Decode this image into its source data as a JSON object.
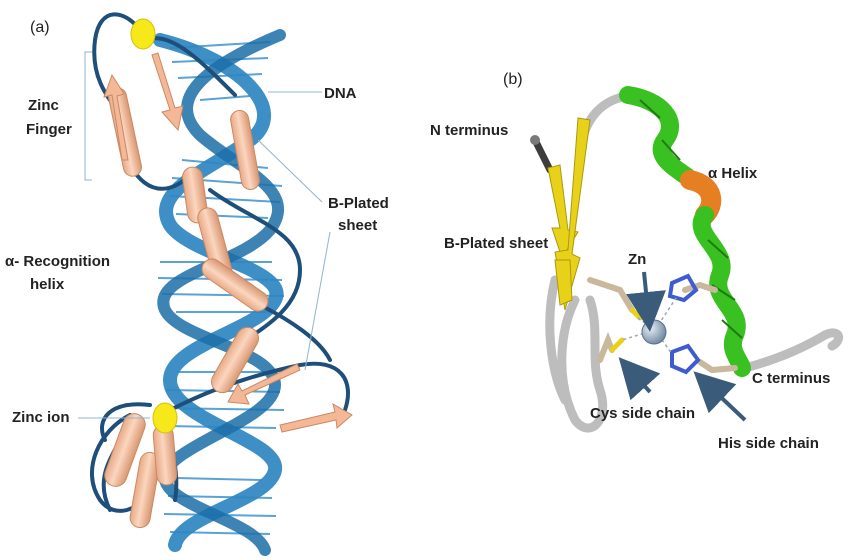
{
  "panel_a": {
    "tag": "(a)",
    "labels": {
      "zinc_finger_1": "Zinc",
      "zinc_finger_2": "Finger",
      "dna": "DNA",
      "b_plated_1": "B-Plated",
      "b_plated_2": "sheet",
      "recognition_1": "α- Recognition",
      "recognition_2": "helix",
      "zinc_ion": "Zinc ion"
    }
  },
  "panel_b": {
    "tag": "(b)",
    "labels": {
      "n_terminus": "N terminus",
      "alpha_helix": "α Helix",
      "b_plated_sheet": "B-Plated sheet",
      "zn": "Zn",
      "c_terminus": "C terminus",
      "cys_side_chain": "Cys side chain",
      "his_side_chain": "His side chain"
    }
  },
  "colors": {
    "dna_strand": "#2e86c1",
    "dna_strand_dark": "#1b5e8c",
    "protein_backbone": "#1d4f7a",
    "cylinder": "#f5c3a4",
    "zinc": "#f7e81a",
    "helix_green": "#39c021",
    "helix_orange": "#e67e22",
    "sheet_yellow": "#e8d219",
    "coil_gray": "#b8b8b8",
    "arrow_blue": "#3b5b7a",
    "zn_sphere": "#9fb3c8"
  }
}
